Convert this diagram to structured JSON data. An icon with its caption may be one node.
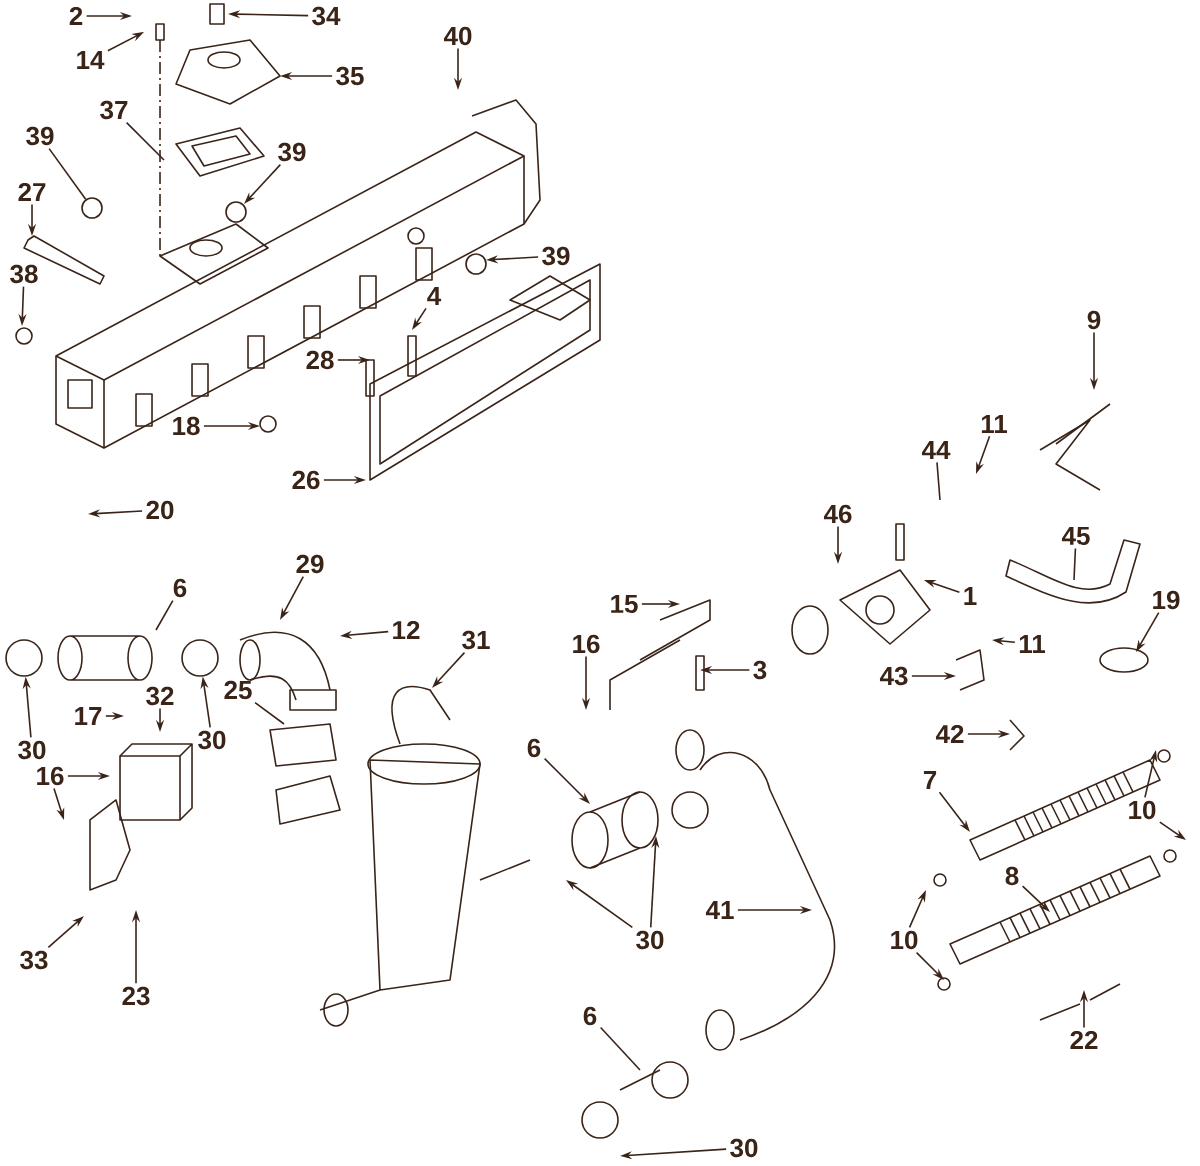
{
  "diagram": {
    "nodes": [
      {
        "text": [
          "2"
        ]
      },
      {
        "text": [
          "34"
        ]
      },
      {
        "text": [
          "14"
        ]
      },
      {
        "text": [
          "40"
        ]
      },
      {
        "text": [
          "35"
        ]
      },
      {
        "text": [
          "37"
        ]
      },
      {
        "text": [
          "39"
        ]
      },
      {
        "text": [
          "39"
        ]
      },
      {
        "text": [
          "27"
        ]
      },
      {
        "text": [
          "39"
        ]
      },
      {
        "text": [
          "38"
        ]
      },
      {
        "text": [
          "4"
        ]
      },
      {
        "text": [
          "9"
        ]
      },
      {
        "text": [
          "28"
        ]
      },
      {
        "text": [
          "18"
        ]
      },
      {
        "text": [
          "11"
        ]
      },
      {
        "text": [
          "44"
        ]
      },
      {
        "text": [
          "26"
        ]
      },
      {
        "text": [
          "20"
        ]
      },
      {
        "text": [
          "46"
        ]
      },
      {
        "text": [
          "45"
        ]
      },
      {
        "text": [
          "29"
        ]
      },
      {
        "text": [
          "6"
        ]
      },
      {
        "text": [
          "1"
        ]
      },
      {
        "text": [
          "19"
        ]
      },
      {
        "text": [
          "15"
        ]
      },
      {
        "text": [
          "16"
        ]
      },
      {
        "text": [
          "12"
        ]
      },
      {
        "text": [
          "31"
        ]
      },
      {
        "text": [
          "11"
        ]
      },
      {
        "text": [
          "3"
        ]
      },
      {
        "text": [
          "43"
        ]
      },
      {
        "text": [
          "32"
        ]
      },
      {
        "text": [
          "25"
        ]
      },
      {
        "text": [
          "17"
        ]
      },
      {
        "text": [
          "42"
        ]
      },
      {
        "text": [
          "6"
        ]
      },
      {
        "text": [
          "30"
        ]
      },
      {
        "text": [
          "30"
        ]
      },
      {
        "text": [
          "16"
        ]
      },
      {
        "text": [
          "7"
        ]
      },
      {
        "text": [
          "10"
        ]
      },
      {
        "text": [
          "8"
        ]
      },
      {
        "text": [
          "41"
        ]
      },
      {
        "text": [
          "30"
        ]
      },
      {
        "text": [
          "10"
        ]
      },
      {
        "text": [
          "33"
        ]
      },
      {
        "text": [
          "23"
        ]
      },
      {
        "text": [
          "6"
        ]
      },
      {
        "text": [
          "22"
        ]
      },
      {
        "text": [
          "30"
        ]
      },
      {
        "text": [],
        "shape": "circle"
      },
      {
        "text": [],
        "shape": "circle"
      },
      {
        "text": [],
        "shape": "circle"
      }
    ],
    "edges": [
      {
        "from": 0,
        "to": null,
        "arrow": "to"
      },
      {
        "from": 1,
        "to": null,
        "arrow": "to"
      },
      {
        "from": 2,
        "to": null,
        "arrow": "to"
      },
      {
        "from": 3,
        "to": null,
        "arrow": "to"
      },
      {
        "from": 4,
        "to": null,
        "arrow": "to"
      },
      {
        "from": 5,
        "to": null,
        "arrow": "none"
      },
      {
        "from": 6,
        "to": 51,
        "arrow": "none"
      },
      {
        "from": 7,
        "to": null,
        "arrow": "to"
      },
      {
        "from": 8,
        "to": null,
        "arrow": "to"
      },
      {
        "from": 9,
        "to": null,
        "arrow": "to"
      },
      {
        "from": 10,
        "to": null,
        "arrow": "to"
      },
      {
        "from": 11,
        "to": null,
        "arrow": "to"
      },
      {
        "from": 12,
        "to": null,
        "arrow": "to"
      },
      {
        "from": 13,
        "to": null,
        "arrow": "to"
      },
      {
        "from": 14,
        "to": null,
        "arrow": "to"
      },
      {
        "from": 15,
        "to": null,
        "arrow": "to"
      },
      {
        "from": 16,
        "to": null,
        "arrow": "none"
      },
      {
        "from": 17,
        "to": null,
        "arrow": "to"
      },
      {
        "from": 18,
        "to": null,
        "arrow": "to"
      },
      {
        "from": 19,
        "to": null,
        "arrow": "to"
      },
      {
        "from": 20,
        "to": null,
        "arrow": "none"
      },
      {
        "from": 21,
        "to": null,
        "arrow": "to"
      },
      {
        "from": 22,
        "to": null,
        "arrow": "none"
      },
      {
        "from": 23,
        "to": null,
        "arrow": "to"
      },
      {
        "from": 24,
        "to": null,
        "arrow": "to"
      },
      {
        "from": 25,
        "to": null,
        "arrow": "to"
      },
      {
        "from": 26,
        "to": null,
        "arrow": "to"
      },
      {
        "from": 27,
        "to": null,
        "arrow": "to"
      },
      {
        "from": 28,
        "to": null,
        "arrow": "to"
      },
      {
        "from": 29,
        "to": null,
        "arrow": "to"
      },
      {
        "from": 30,
        "to": null,
        "arrow": "to"
      },
      {
        "from": 31,
        "to": null,
        "arrow": "to"
      },
      {
        "from": 32,
        "to": null,
        "arrow": "to"
      },
      {
        "from": 33,
        "to": null,
        "arrow": "none"
      },
      {
        "from": 34,
        "to": null,
        "arrow": "to"
      },
      {
        "from": 35,
        "to": null,
        "arrow": "to"
      },
      {
        "from": 36,
        "to": null,
        "arrow": "to"
      },
      {
        "from": 37,
        "to": 52,
        "arrow": "to"
      },
      {
        "from": 38,
        "to": 53,
        "arrow": "to"
      },
      {
        "from": 39,
        "to": null,
        "arrow": "to"
      },
      {
        "from": 39,
        "to": null,
        "arrow": "to"
      },
      {
        "from": 40,
        "to": null,
        "arrow": "to"
      },
      {
        "from": 41,
        "to": null,
        "arrow": "to"
      },
      {
        "from": 41,
        "to": null,
        "arrow": "to"
      },
      {
        "from": 42,
        "to": null,
        "arrow": "to"
      },
      {
        "from": 43,
        "to": null,
        "arrow": "to"
      },
      {
        "from": 44,
        "to": null,
        "arrow": "to"
      },
      {
        "from": 44,
        "to": null,
        "arrow": "to"
      },
      {
        "from": 45,
        "to": null,
        "arrow": "to"
      },
      {
        "from": 45,
        "to": null,
        "arrow": "to"
      },
      {
        "from": 46,
        "to": null,
        "arrow": "to"
      },
      {
        "from": 47,
        "to": null,
        "arrow": "to"
      },
      {
        "from": 48,
        "to": null,
        "arrow": "none"
      },
      {
        "from": 49,
        "to": null,
        "arrow": "to"
      },
      {
        "from": 50,
        "to": null,
        "arrow": "to"
      }
    ]
  }
}
